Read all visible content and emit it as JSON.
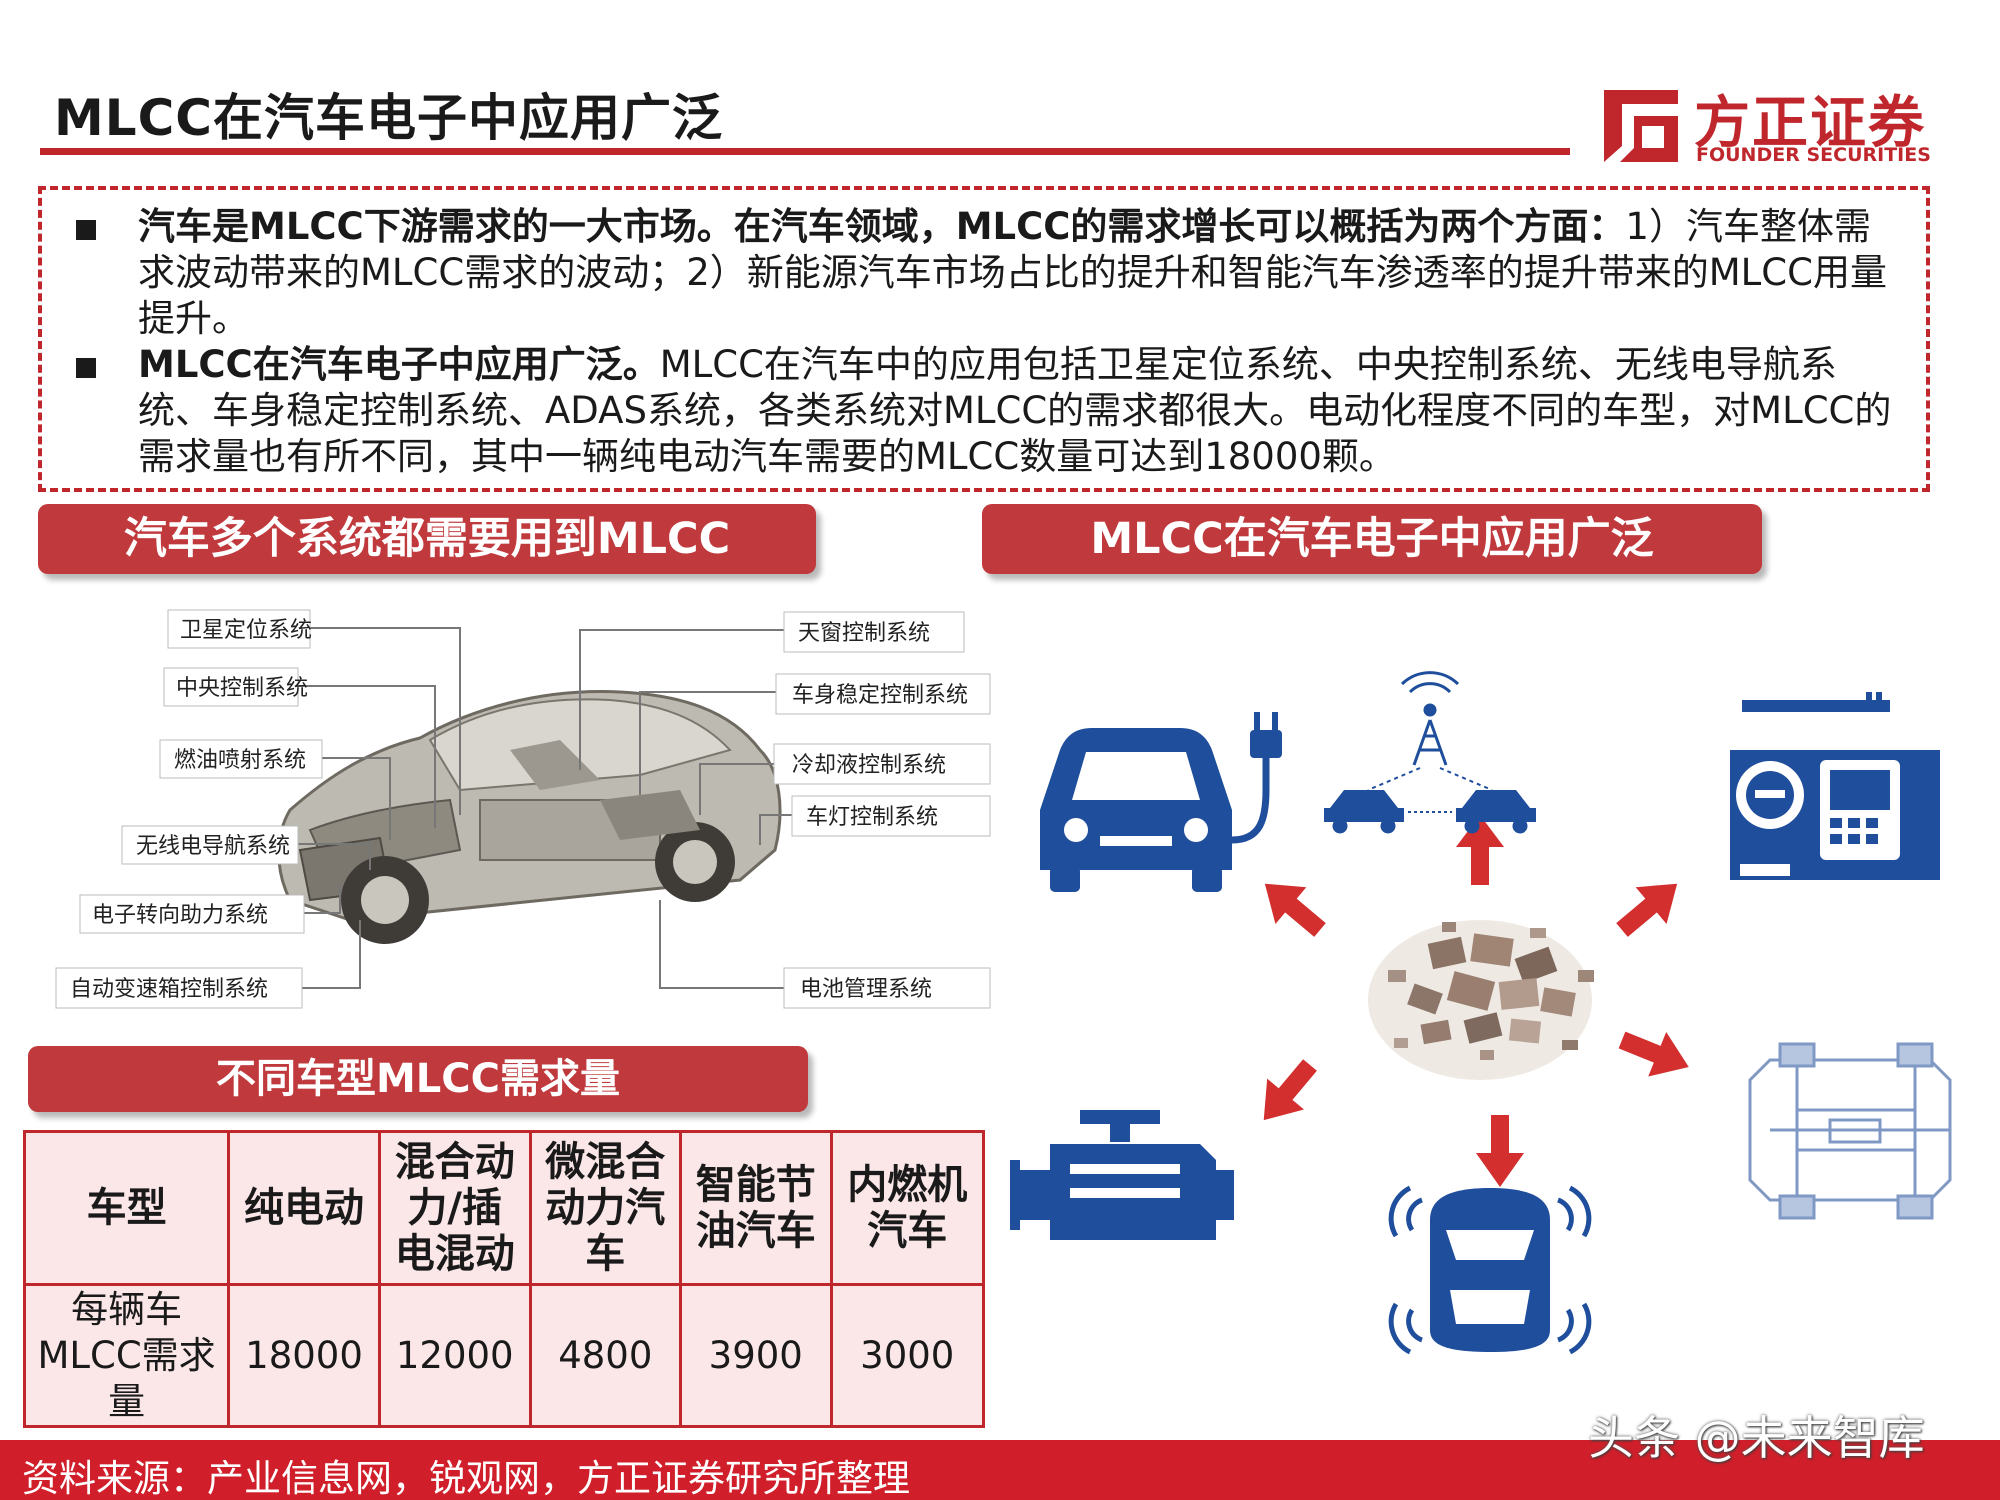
{
  "header": {
    "title": "MLCC在汽车电子中应用广泛",
    "logo_cn": "方正证券",
    "logo_en": "FOUNDER SECURITIES"
  },
  "summary": {
    "bullet1_bold": "汽车是MLCC下游需求的一大市场。在汽车领域，MLCC的需求增长可以概括为两个方面：",
    "bullet1_text": "1）汽车整体需求波动带来的MLCC需求的波动；2）新能源汽车市场占比的提升和智能汽车渗透率的提升带来的MLCC用量提升。",
    "bullet2_bold": "MLCC在汽车电子中应用广泛。",
    "bullet2_text": "MLCC在汽车中的应用包括卫星定位系统、中央控制系统、无线电导航系统、车身稳定控制系统、ADAS系统，各类系统对MLCC的需求都很大。电动化程度不同的车型，对MLCC的需求量也有所不同，其中一辆纯电动汽车需要的MLCC数量可达到18000颗。"
  },
  "banners": {
    "left": "汽车多个系统都需要用到MLCC",
    "right": "MLCC在汽车电子中应用广泛",
    "table": "不同车型MLCC需求量"
  },
  "car_diagram": {
    "left_labels": [
      "卫星定位系统",
      "中央控制系统",
      "燃油喷射系统",
      "无线电导航系统",
      "电子转向助力系统",
      "自动变速箱控制系统"
    ],
    "right_labels": [
      "天窗控制系统",
      "车身稳定控制系统",
      "冷却液控制系统",
      "车灯控制系统",
      "电池管理系统"
    ]
  },
  "application_diagram": {
    "icons": [
      "electric-car-icon",
      "v2v-antenna-icon",
      "dashboard-icon",
      "engine-icon",
      "radar-car-icon",
      "chassis-icon",
      "mlcc-pile-icon"
    ],
    "accent_color": "#d32f2f",
    "icon_color": "#1f4e9c"
  },
  "table": {
    "headers": [
      "车型",
      "纯电动",
      "混合动力/插电混动",
      "微混合动力汽车",
      "智能节油汽车",
      "内燃机汽车"
    ],
    "row_label": "每辆车MLCC需求量",
    "values": [
      "18000",
      "12000",
      "4800",
      "3900",
      "3000"
    ]
  },
  "footer": {
    "source": "资料来源：产业信息网，锐观网，方正证券研究所整理",
    "watermark": "头条 @未来智库"
  },
  "colors": {
    "brand_red": "#c0272d",
    "banner_red": "#c0393d",
    "table_fill": "#fbe7e8"
  }
}
